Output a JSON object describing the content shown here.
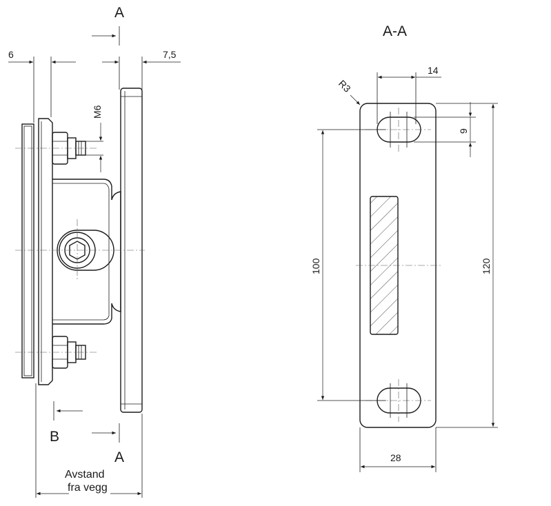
{
  "side_view": {
    "section_mark_top": "A",
    "section_mark_bottom": "A",
    "section_mark_b": "B",
    "dim_left": "6",
    "dim_right": "7,5",
    "dim_thread": "M6",
    "distance_label_line1": "Avstand",
    "distance_label_line2": "fra vegg"
  },
  "section_view": {
    "title": "A-A",
    "dim_radius": "R3",
    "dim_slot_width": "14",
    "dim_slot_height": "9",
    "dim_hole_spacing": "100",
    "dim_total_height": "120",
    "dim_total_width": "28"
  }
}
